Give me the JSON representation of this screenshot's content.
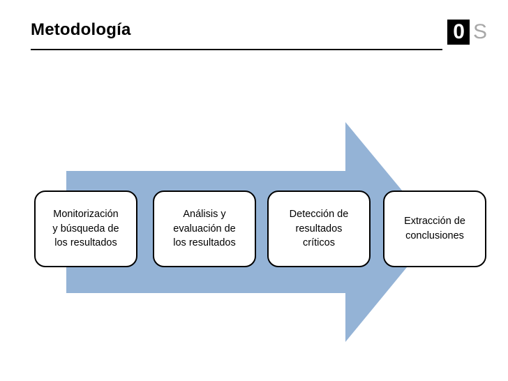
{
  "slide": {
    "title": "Metodología",
    "logo": {
      "zero": "0",
      "s": "S"
    }
  },
  "diagram": {
    "type": "process-arrow",
    "arrow_color": "#94b3d6",
    "box_border_color": "#000000",
    "box_fill_color": "#ffffff",
    "steps": [
      {
        "label": "Monitorización\ny búsqueda de\nlos resultados"
      },
      {
        "label": "Análisis y\nevaluación de\nlos resultados"
      },
      {
        "label": "Detección de\nresultados\ncríticos"
      },
      {
        "label": "Extracción de\nconclusiones"
      }
    ]
  }
}
